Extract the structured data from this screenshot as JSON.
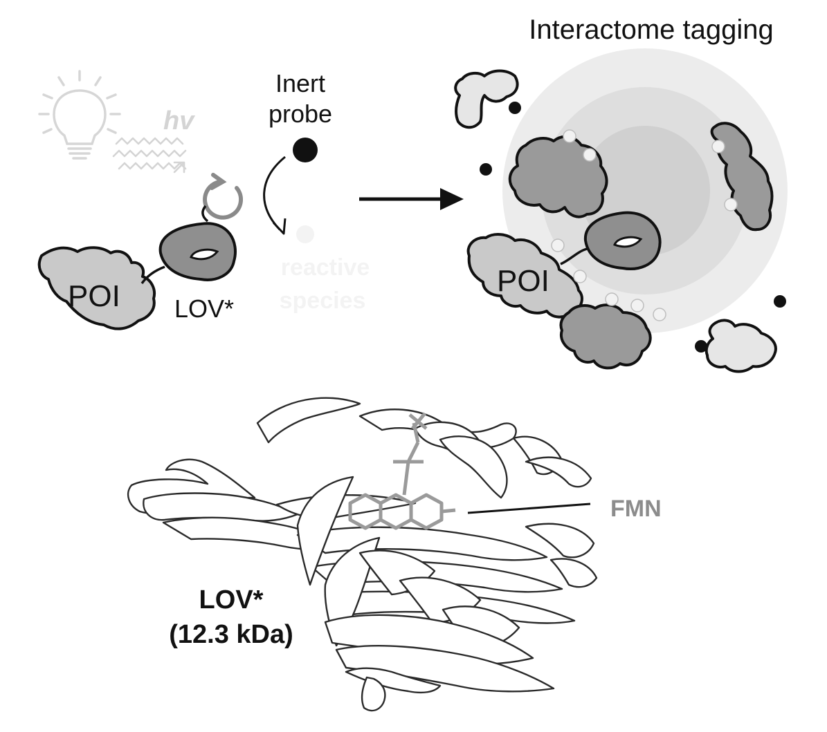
{
  "labels": {
    "title": "Interactome tagging",
    "probe_line1": "Inert",
    "probe_line2": "probe",
    "light_symbol": "hv",
    "faded_line1": "reactive",
    "faded_line2": "species",
    "poi_left": "POI",
    "lov_left": "LOV*",
    "poi_right": "POI",
    "fmn": "FMN",
    "lov_structure_line1": "LOV*",
    "lov_structure_line2": "(12.3 kDa)"
  },
  "colors": {
    "poi_fill": "#c9c9c9",
    "lov_fill": "#8f8f8f",
    "interactor_fill": "#9a9a9a",
    "bystander_fill": "#e6e6e6",
    "probe_dot": "#111111",
    "tag_dot": "#f2f2f2",
    "halo_outer": "#ececec",
    "halo_mid": "#dedede",
    "halo_inner": "#d0d0d0",
    "fmn_label": "#8c8c8c",
    "faded_light": "#d8d8d8",
    "cycle_arrow": "#8a8a8a"
  }
}
